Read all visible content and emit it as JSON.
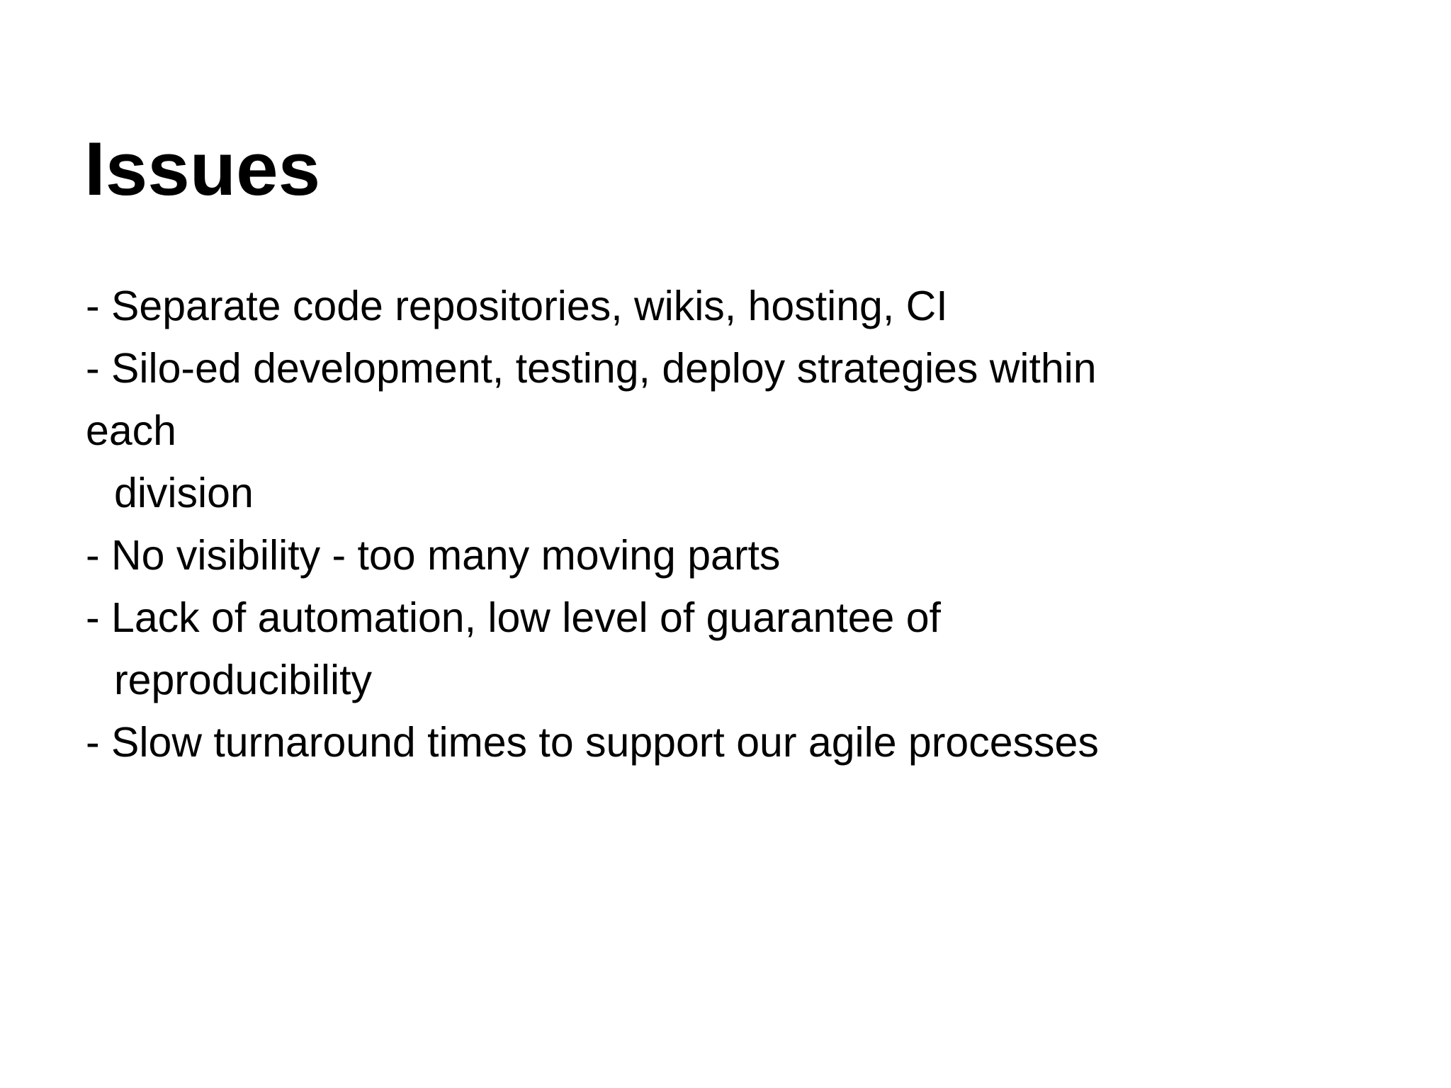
{
  "slide": {
    "title": "Issues",
    "bullets": [
      {
        "text": "- Separate code repositories, wikis, hosting, CI",
        "indent": 0
      },
      {
        "text": "- Silo-ed development, testing, deploy strategies within",
        "indent": 0
      },
      {
        "text": "each",
        "indent": 0
      },
      {
        "text": "division",
        "indent": 1
      },
      {
        "text": "- No visibility - too many moving parts",
        "indent": 0
      },
      {
        "text": "- Lack of automation, low level of guarantee of",
        "indent": 0
      },
      {
        "text": "reproducibility",
        "indent": 1
      },
      {
        "text": "- Slow turnaround times to support our agile processes",
        "indent": 0
      }
    ]
  },
  "colors": {
    "background": "#ffffff",
    "text": "#000000"
  }
}
